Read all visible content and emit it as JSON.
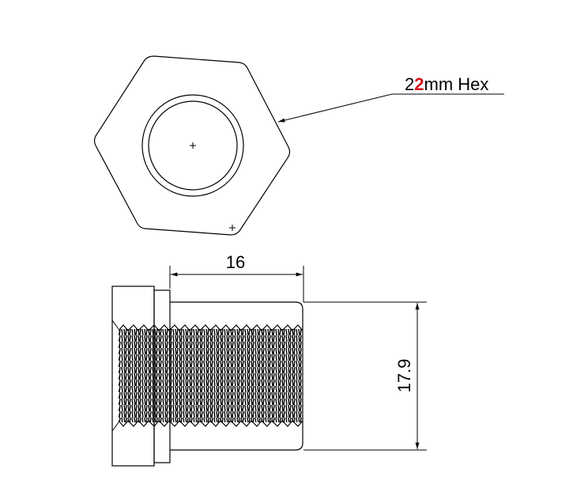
{
  "drawing": {
    "hex_label": {
      "prefix": "2",
      "highlight": "2",
      "suffix": "mm Hex",
      "highlight_color": "#d4141c"
    },
    "length_dimension": "16",
    "diameter_dimension": "17.9",
    "line_color": "#000000",
    "background": "#ffffff"
  }
}
